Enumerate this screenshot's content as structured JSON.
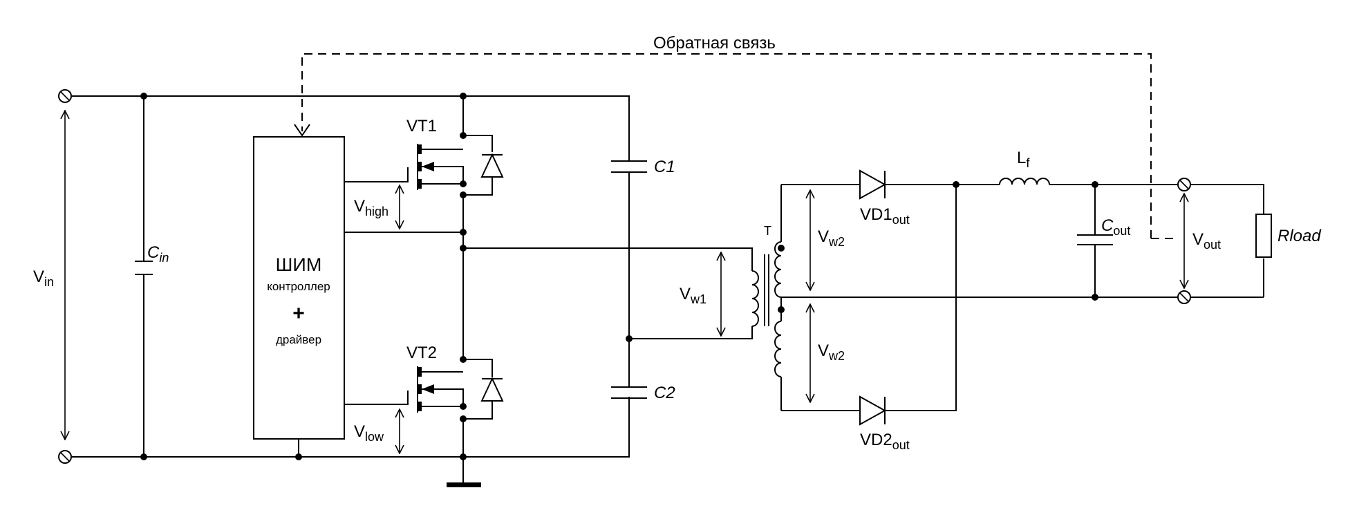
{
  "feedback": "Обратная связь",
  "vin": {
    "main": "V",
    "sub": "in"
  },
  "cin": {
    "main": "C",
    "sub": "in"
  },
  "controller": {
    "line1": "ШИМ",
    "line2": "контроллер",
    "plus": "+",
    "line3": "драйвер"
  },
  "vt1": "VT1",
  "vt2": "VT2",
  "vhigh": {
    "main": "V",
    "sub": "high"
  },
  "vlow": {
    "main": "V",
    "sub": "low"
  },
  "c1": "C1",
  "c2": "C2",
  "vw1": {
    "main": "V",
    "sub": "w1"
  },
  "transformer": "T",
  "vw2_top": {
    "main": "V",
    "sub": "w2"
  },
  "vw2_bottom": {
    "main": "V",
    "sub": "w2"
  },
  "vd1": {
    "main": "VD1",
    "sub": "out"
  },
  "vd2": {
    "main": "VD2",
    "sub": "out"
  },
  "lf": {
    "main": "L",
    "sub": "f"
  },
  "cout": {
    "main": "C",
    "sub": "out"
  },
  "vout": {
    "main": "V",
    "sub": "out"
  },
  "rload": "Rload"
}
